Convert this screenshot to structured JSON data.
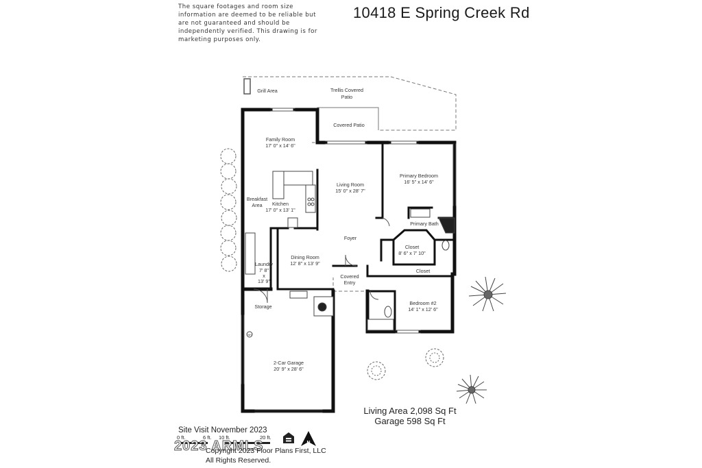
{
  "disclaimer": "The square footages and room size information are deemed to be reliable but are not guaranteed and should be independently verified. This drawing is for marketing purposes only.",
  "address": "10418 E Spring Creek Rd",
  "rooms": {
    "grill_area": "Grill Area",
    "trellis_patio": [
      "Trellis Covered",
      "Patio"
    ],
    "covered_patio": "Covered Patio",
    "family_room": {
      "name": "Family Room",
      "dims": "17' 0\" x 14' 6\""
    },
    "living_room": {
      "name": "Living Room",
      "dims": "15' 0\" x 28' 7\""
    },
    "primary_bedroom": {
      "name": "Primary Bedroom",
      "dims": "16' 5\" x 14' 6\""
    },
    "breakfast_area": [
      "Breakfast",
      "Area"
    ],
    "kitchen": {
      "name": "Kitchen",
      "dims": "17' 0\" x 13' 1\""
    },
    "primary_bath": "Primary Bath",
    "foyer": "Foyer",
    "closet_primary": {
      "name": "Closet",
      "dims": "8' 6\" x 7' 10\""
    },
    "laundry": [
      "Laundry",
      "7' 8\"",
      "x",
      "13' 9\""
    ],
    "dining_room": {
      "name": "Dining Room",
      "dims": "12' 8\" x 13' 9\""
    },
    "closet_bedroom2": "Closet",
    "covered_entry": [
      "Covered",
      "Entry"
    ],
    "bedroom2": {
      "name": "Bedroom #2",
      "dims": "14' 1\" x 12' 6\""
    },
    "storage": "Storage",
    "garage": {
      "name": "2-Car Garage",
      "dims": "20' 9\" x 28' 6\""
    },
    "water_heater": "WH"
  },
  "areas": {
    "living": "Living Area 2,098 Sq Ft",
    "garage": "Garage 598 Sq Ft"
  },
  "site_visit": "Site Visit November 2023",
  "scale_labels": [
    "0 ft.",
    "6 ft.",
    "10 ft.",
    "20 ft."
  ],
  "watermark": "2023 ARMLS",
  "copyright": [
    "Copyright 2023 Floor Plans First, LLC",
    "All Rights Reserved."
  ],
  "icons": {
    "equal_housing": "equal-housing-icon",
    "north": "north-arrow-icon",
    "north_letter": "N"
  }
}
